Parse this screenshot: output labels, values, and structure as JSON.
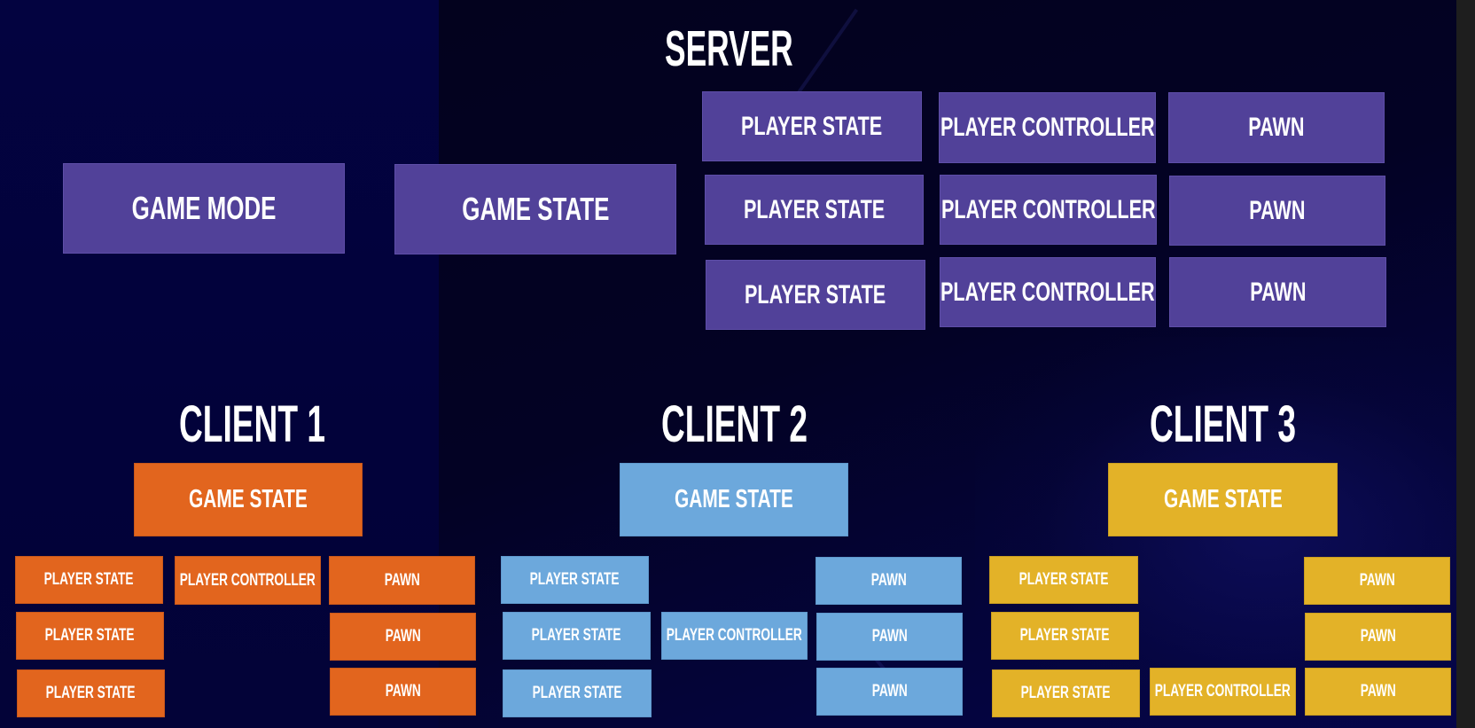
{
  "colors": {
    "server": "#514199",
    "client1": "#e2651e",
    "client2": "#6ca8dc",
    "client3": "#e3b228",
    "background": "#020226",
    "text": "#ffffff"
  },
  "server": {
    "title": "SERVER",
    "game_mode": "GAME MODE",
    "game_state": "GAME STATE",
    "players": [
      {
        "player_state": "PLAYER STATE",
        "player_controller": "PLAYER CONTROLLER",
        "pawn": "PAWN"
      },
      {
        "player_state": "PLAYER STATE",
        "player_controller": "PLAYER CONTROLLER",
        "pawn": "PAWN"
      },
      {
        "player_state": "PLAYER STATE",
        "player_controller": "PLAYER CONTROLLER",
        "pawn": "PAWN"
      }
    ]
  },
  "clients": [
    {
      "title": "CLIENT 1",
      "game_state": "GAME STATE",
      "player_states": [
        "PLAYER STATE",
        "PLAYER STATE",
        "PLAYER STATE"
      ],
      "player_controller": "PLAYER CONTROLLER",
      "player_controller_row": 1,
      "pawns": [
        "PAWN",
        "PAWN",
        "PAWN"
      ]
    },
    {
      "title": "CLIENT 2",
      "game_state": "GAME STATE",
      "player_states": [
        "PLAYER STATE",
        "PLAYER STATE",
        "PLAYER STATE"
      ],
      "player_controller": "PLAYER CONTROLLER",
      "player_controller_row": 2,
      "pawns": [
        "PAWN",
        "PAWN",
        "PAWN"
      ]
    },
    {
      "title": "CLIENT 3",
      "game_state": "GAME STATE",
      "player_states": [
        "PLAYER STATE",
        "PLAYER STATE",
        "PLAYER STATE"
      ],
      "player_controller": "PLAYER CONTROLLER",
      "player_controller_row": 3,
      "pawns": [
        "PAWN",
        "PAWN",
        "PAWN"
      ]
    }
  ]
}
